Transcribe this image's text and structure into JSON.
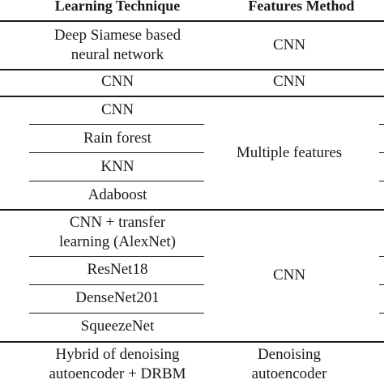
{
  "header": {
    "learning_technique": "Learning Technique",
    "features_method": "Features Method"
  },
  "rows": {
    "r1": {
      "technique": "Deep Siamese based\nneural network",
      "features": "CNN"
    },
    "r2": {
      "technique": "CNN",
      "features": "CNN"
    },
    "group1": {
      "techniques": [
        "CNN",
        "Rain forest",
        "KNN",
        "Adaboost"
      ],
      "features": "Multiple features"
    },
    "group2": {
      "techniques": [
        "CNN + transfer\nlearning (AlexNet)",
        "ResNet18",
        "DenseNet201",
        "SqueezeNet"
      ],
      "features": "CNN"
    },
    "r_last": {
      "technique": "Hybrid of denoising\nautoencoder + DRBM",
      "features": "Denoising\nautoencoder"
    }
  }
}
